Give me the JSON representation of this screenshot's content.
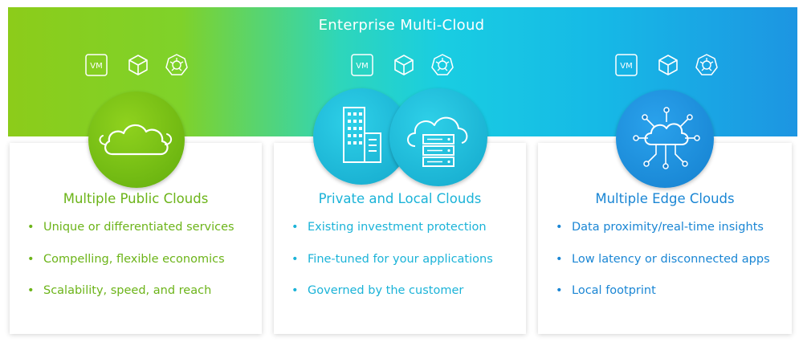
{
  "banner": {
    "title": "Enterprise Multi-Cloud"
  },
  "icons": {
    "vm_label": "VM",
    "names": [
      "vm-icon",
      "cube-icon",
      "kubernetes-icon"
    ]
  },
  "colors": {
    "green": "#6cb419",
    "teal": "#1bb3d8",
    "blue": "#1a86d4"
  },
  "columns": [
    {
      "title": "Multiple Public Clouds",
      "icon": "cloud-icon",
      "bullets": [
        "Unique or differentiated services",
        "Compelling, flexible economics",
        "Scalability, speed, and reach"
      ]
    },
    {
      "title": "Private and Local Clouds",
      "icon": "building-server-cloud-icon",
      "bullets": [
        "Existing investment protection",
        "Fine-tuned for your applications",
        "Governed by the customer"
      ]
    },
    {
      "title": "Multiple Edge Clouds",
      "icon": "edge-cloud-icon",
      "bullets": [
        "Data proximity/real-time insights",
        "Low latency or disconnected apps",
        "Local footprint"
      ]
    }
  ]
}
